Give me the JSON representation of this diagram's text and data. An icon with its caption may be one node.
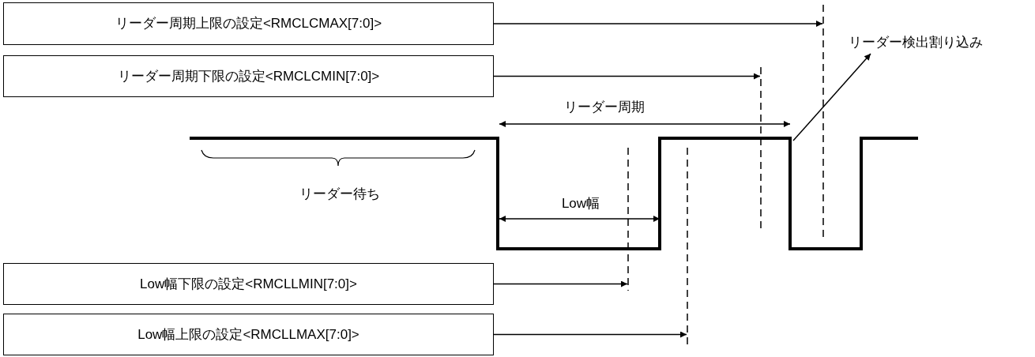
{
  "diagram": {
    "nodes": [
      {
        "text": [
          "リーダー周期上限の設定<RMCLCMAX[7:0]>"
        ]
      },
      {
        "text": [
          "リーダー周期下限の設定<RMCLCMIN[7:0]>"
        ]
      },
      {
        "text": [
          "Low幅下限の設定<RMCLLMIN[7:0]>"
        ]
      },
      {
        "text": [
          "Low幅上限の設定<RMCLLMAX[7:0]>"
        ]
      },
      {
        "text": [
          "リーダー検出割り込み"
        ]
      },
      {
        "text": [],
        "shape": "line"
      },
      {
        "text": [],
        "shape": "line"
      },
      {
        "text": [],
        "shape": "line"
      },
      {
        "text": [],
        "shape": "line"
      }
    ],
    "edges": [
      {
        "from": 0,
        "to": 8,
        "arrow": "to"
      },
      {
        "from": 1,
        "to": 7,
        "arrow": "to"
      },
      {
        "from": 2,
        "to": 5,
        "arrow": "to"
      },
      {
        "from": 3,
        "to": 6,
        "arrow": "to"
      },
      {
        "from": null,
        "to": 4,
        "arrow": "to"
      }
    ],
    "labels": [
      "リーダー周期",
      "リーダー待ち",
      "Low幅"
    ]
  }
}
